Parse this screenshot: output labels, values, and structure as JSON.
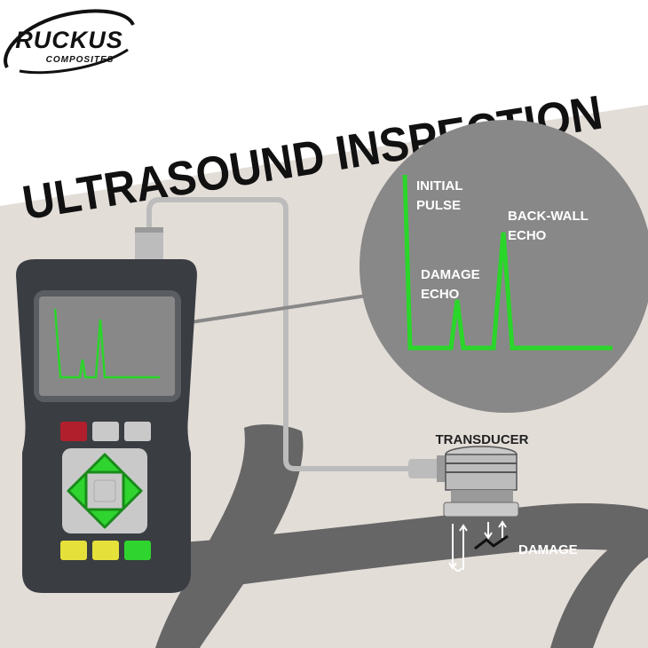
{
  "brand": {
    "name": "RUCKUS",
    "tagline": "COMPOSITES"
  },
  "title": "ULTRASOUND INSPECTION",
  "labels": {
    "initial_pulse": [
      "INITIAL",
      "PULSE"
    ],
    "damage_echo": [
      "DAMAGE",
      "ECHO"
    ],
    "back_wall_echo": [
      "BACK-WALL",
      "ECHO"
    ],
    "transducer": "TRANSDUCER",
    "damage": "DAMAGE"
  },
  "colors": {
    "background": "#e3ddd8",
    "device_body": "#3a3d42",
    "screen": "#888888",
    "signal": "#2ad62a",
    "frame": "#666666",
    "cable": "#bcbcbc",
    "button_red": "#b11f2c",
    "button_yellow": "#e6e03a",
    "button_green": "#2fd42f",
    "button_gray": "#c9c9c9"
  },
  "keypad": {
    "top_row": [
      "red",
      "gray",
      "gray"
    ],
    "dpad": [
      "up",
      "left",
      "center",
      "right",
      "down"
    ],
    "bottom_row": [
      "yellow",
      "yellow",
      "green"
    ]
  }
}
